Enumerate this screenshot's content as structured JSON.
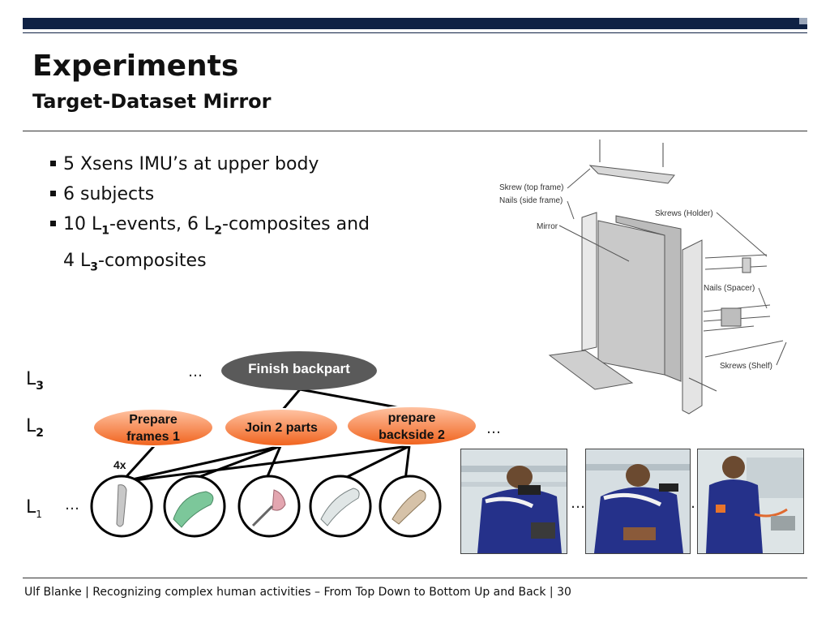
{
  "slide": {
    "title": "Experiments",
    "subtitle": "Target-Dataset Mirror"
  },
  "bullets": [
    {
      "text": "5 Xsens IMU’s at upper body"
    },
    {
      "text": "6 subjects"
    },
    {
      "a": "10 L",
      "s1": "1",
      "b": "-events, 6 L",
      "s2": "2",
      "c": "-composites and",
      "d": "4 L",
      "s3": "3",
      "e": "-composites"
    }
  ],
  "mirror_labels": {
    "skrew_top": "Skrew (top frame)",
    "nails_side": "Nails (side frame)",
    "mirror": "Mirror",
    "skrews_holder": "Skrews (Holder)",
    "nails_spacer": "Nails (Spacer)",
    "skrews_shelf": "Skrews (Shelf)"
  },
  "hierarchy": {
    "levels": [
      {
        "letter": "L",
        "sub": "3"
      },
      {
        "letter": "L",
        "sub": "2"
      },
      {
        "letter": "L",
        "sub": "1"
      }
    ],
    "l3_node": "Finish backpart",
    "l2_nodes": [
      {
        "line1": "Prepare",
        "line2": "frames 1"
      },
      {
        "line1": "Join 2 parts",
        "line2": ""
      },
      {
        "line1": "prepare",
        "line2": "backside 2"
      }
    ],
    "repeat": "4x",
    "ellipsis": "…"
  },
  "footer": "Ulf Blanke | Recognizing complex human activities – From Top Down to Bottom Up and Back | 30",
  "colors": {
    "navy": "#0f2144",
    "l3_node": "#5a5a5a",
    "l2_node_top": "#ffc4a4",
    "l2_node_bottom": "#f0621c"
  }
}
